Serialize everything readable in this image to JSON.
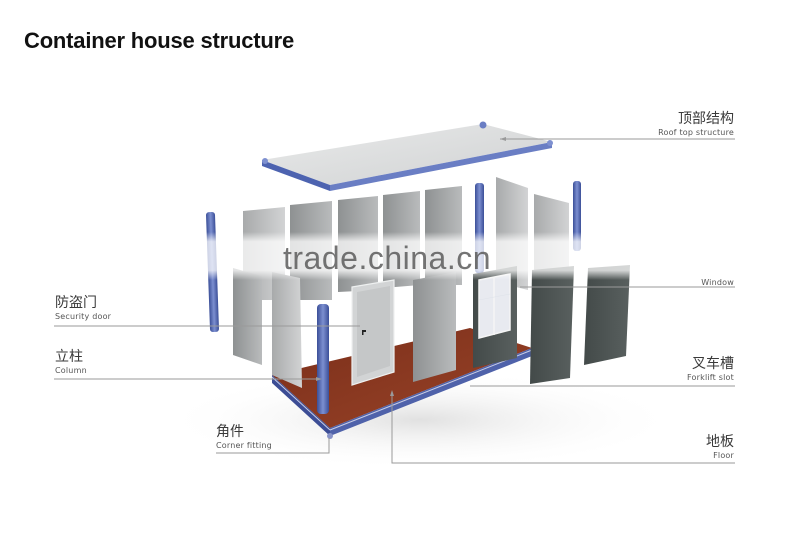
{
  "title": "Container house structure",
  "watermark": "trade.china.cn",
  "labels": {
    "roof": {
      "zh": "顶部结构",
      "en": "Roof top structure"
    },
    "window": {
      "zh": "",
      "en": "Window"
    },
    "security_door": {
      "zh": "防盗门",
      "en": "Security door"
    },
    "column": {
      "zh": "立柱",
      "en": "Column"
    },
    "forklift_slot": {
      "zh": "叉车槽",
      "en": "Forklift slot"
    },
    "corner_fitting": {
      "zh": "角件",
      "en": "Corner fitting"
    },
    "floor": {
      "zh": "地板",
      "en": "Floor"
    }
  },
  "colors": {
    "frame_blue": "#5a6fb5",
    "floor_wood": "#8a3a22",
    "panel_light": "#c9cbcc",
    "panel_dark": "#4c5452",
    "leader_line": "#9a9a9a"
  }
}
